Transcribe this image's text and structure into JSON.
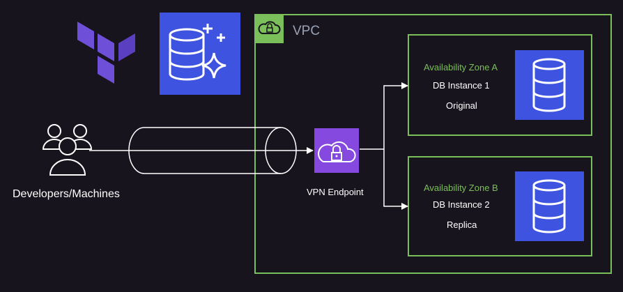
{
  "vpc": {
    "title": "VPC"
  },
  "users": {
    "label": "Developers/Machines"
  },
  "vpn": {
    "label": "VPN Endpoint"
  },
  "zones": [
    {
      "zone": "Availability Zone A",
      "instance": "DB Instance 1",
      "role": "Original"
    },
    {
      "zone": "Availability Zone B",
      "instance": "DB Instance 2",
      "role": "Replica"
    }
  ],
  "colors": {
    "background": "#18141d",
    "vpc_border": "#7bbf5a",
    "zone_label": "#7bbf5a",
    "database_tile": "#3e54e0",
    "vpn_tile": "#8549e0",
    "terraform": "#6e4fd8",
    "text": "#ffffff"
  },
  "icons": [
    "terraform-logo-icon",
    "aurora-database-icon",
    "vpc-lock-cloud-icon",
    "users-group-icon",
    "vpn-endpoint-icon",
    "database-icon"
  ]
}
